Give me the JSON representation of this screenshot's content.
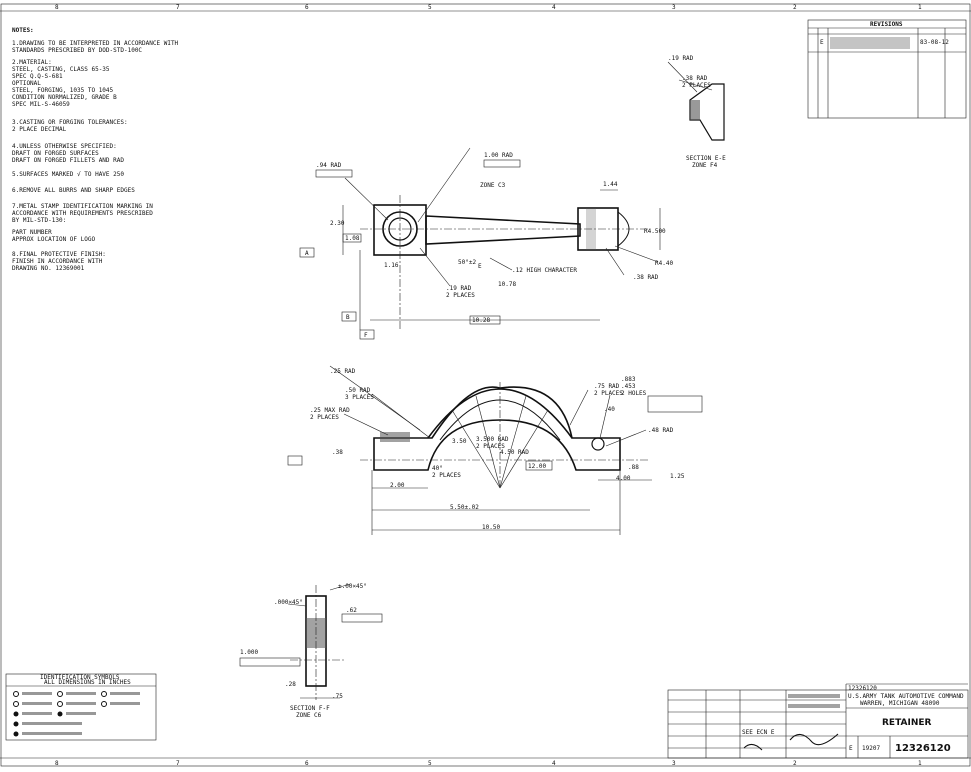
{
  "notes": {
    "title": "NOTES:",
    "lines": [
      "1.DRAWING TO BE INTERPRETED IN ACCORDANCE WITH",
      "  STANDARDS PRESCRIBED BY DOD-STD-100C",
      "2.MATERIAL:",
      "  STEEL, CASTING, CLASS 65-35",
      "  SPEC Q.Q-S-681",
      "  OPTIONAL",
      "  STEEL, FORGING, 1035 TO 1045",
      "  CONDITION NORMALIZED, GRADE B",
      "  SPEC MIL-S-46059",
      "3.CASTING OR FORGING TOLERANCES:",
      "  2 PLACE DECIMAL",
      "4.UNLESS OTHERWISE SPECIFIED:",
      "  DRAFT ON FORGED SURFACES",
      "  DRAFT ON FORGED FILLETS AND RAD",
      "5.SURFACES MARKED √ TO HAVE 250",
      "6.REMOVE ALL BURRS AND SHARP EDGES",
      "7.METAL STAMP IDENTIFICATION MARKING IN",
      "  ACCORDANCE WITH REQUIREMENTS PRESCRIBED",
      "  BY MIL-STD-130:",
      "  PART NUMBER",
      "  APPROX LOCATION OF LOGO",
      "8.FINAL PROTECTIVE FINISH:",
      "  FINISH IN ACCORDANCE WITH",
      "  DRAWING NO. 12369001"
    ]
  },
  "revisions": {
    "header": "REVISIONS",
    "rev": "E",
    "date": "83-08-12"
  },
  "section_ee": {
    "title": "SECTION E-E",
    "zone": "ZONE F4",
    "labels": [
      ".19 RAD",
      ".38 RAD",
      "2 PLACES"
    ]
  },
  "top_view": {
    "labels": [
      ".94 RAD",
      "1.00 RAD",
      "ZONE C3",
      "1.44",
      "2.30",
      "1.08",
      "1.16",
      "50°±2",
      ".12 HIGH CHARACTER",
      "10.78",
      ".19 RAD",
      "2 PLACES",
      ".38 RAD",
      "10.28",
      "R4.500",
      "R4.40"
    ],
    "datum_a": "A",
    "datum_b": "B",
    "datum_f": "F",
    "datum_e": "E"
  },
  "front_view": {
    "labels": [
      ".25 RAD",
      ".50 RAD",
      "3 PLACES",
      ".25 MAX RAD",
      "2 PLACES",
      "3.50",
      "3.500 RAD",
      "2 PLACES",
      "4.50 RAD",
      "12.00",
      ".75 RAD",
      "2 PLACES",
      ".883",
      ".453",
      "2 HOLES",
      ".40",
      ".48 RAD",
      "2.00",
      "5.50±.02",
      "10.50",
      "4.00",
      "1.25",
      "40°",
      "2 PLACES",
      ".38",
      ".88"
    ]
  },
  "section_ff": {
    "title": "SECTION F-F",
    "zone": "ZONE C6",
    "labels": [
      "±.00×45°",
      ".000×45°",
      ".62",
      "1.000",
      ".28",
      ".75"
    ]
  },
  "legend": {
    "title": "IDENTIFICATION SYMBOLS",
    "subtitle": "ALL DIMENSIONS IN INCHES"
  },
  "title_block": {
    "drawing_no": "12326120",
    "header_no": "12326120",
    "agency_line1": "U.S.ARMY TANK AUTOMOTIVE COMMAND",
    "agency_line2": "WARREN, MICHIGAN 48090",
    "title": "RETAINER",
    "size": "E",
    "cage": "19207",
    "release": "SEE ECN E"
  },
  "zones_top": [
    "8",
    "7",
    "6",
    "5",
    "4",
    "3",
    "2",
    "1"
  ],
  "zones_bottom": [
    "8",
    "7",
    "6",
    "5",
    "4",
    "3",
    "2",
    "1"
  ]
}
